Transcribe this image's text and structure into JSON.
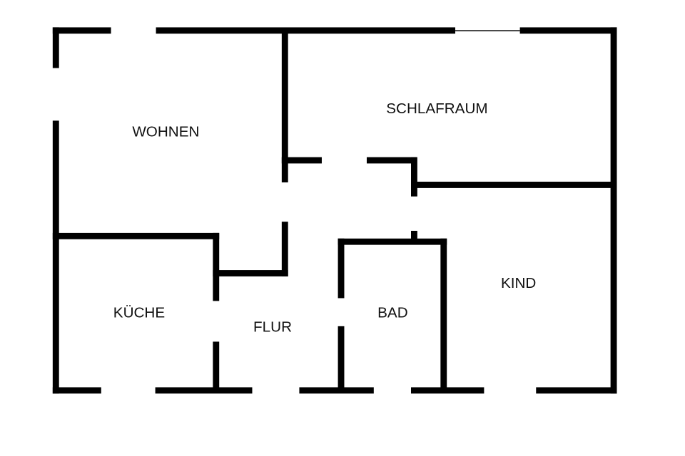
{
  "title": "Floor plan",
  "colors": {
    "wall": "#000000",
    "background": "#ffffff"
  },
  "rooms": [
    {
      "id": "wohnen",
      "label": "WOHNEN"
    },
    {
      "id": "schlafraum",
      "label": "SCHLAFRAUM"
    },
    {
      "id": "kueche",
      "label": "KÜCHE"
    },
    {
      "id": "flur",
      "label": "FLUR"
    },
    {
      "id": "bad",
      "label": "BAD"
    },
    {
      "id": "kind",
      "label": "KIND"
    }
  ]
}
